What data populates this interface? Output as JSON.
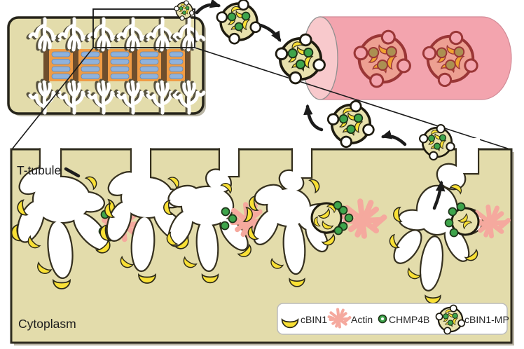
{
  "figure": {
    "title_semantic": "cBIN1 microparticle release from cardiac T-tubules into a blood vessel",
    "labels": {
      "t_tubule": "T-tubule",
      "cytoplasm": "Cytoplasm"
    },
    "legend": {
      "items": [
        {
          "icon": "cbin1-crescent-icon",
          "label": "cBIN1",
          "color": "#f9e035"
        },
        {
          "icon": "actin-burst-icon",
          "label": "Actin",
          "color": "#f5a99e"
        },
        {
          "icon": "chmp4b-dot-icon",
          "label": "CHMP4B",
          "color": "#3ea44b"
        },
        {
          "icon": "cbin1-mp-particle-icon",
          "label": "cBIN1-MP",
          "color": "#e8e1ad"
        }
      ]
    },
    "colors": {
      "cytoplasm_fill": "#e3dcab",
      "membrane": "#35301f",
      "tubule_lumen": "#ffffff",
      "cbin1_yellow": "#f9e035",
      "actin_pink": "#f5a99e",
      "chmp4b_green": "#3ea44b",
      "vessel_body": "#f3a4ae",
      "vessel_face": "#f8c9cc",
      "vessel_particle_body": "#eda092",
      "vessel_particle_outline": "#9a3636",
      "vessel_particle_crescent": "#f0a231",
      "sarcomere_orange": "#f09c45",
      "myofilament_blue": "#8fb2dc",
      "z_line_brown": "#6f4e2c"
    },
    "counts": {
      "tubule_stages": 5,
      "free_microparticles": 5,
      "vessel_microparticles": 2
    }
  }
}
